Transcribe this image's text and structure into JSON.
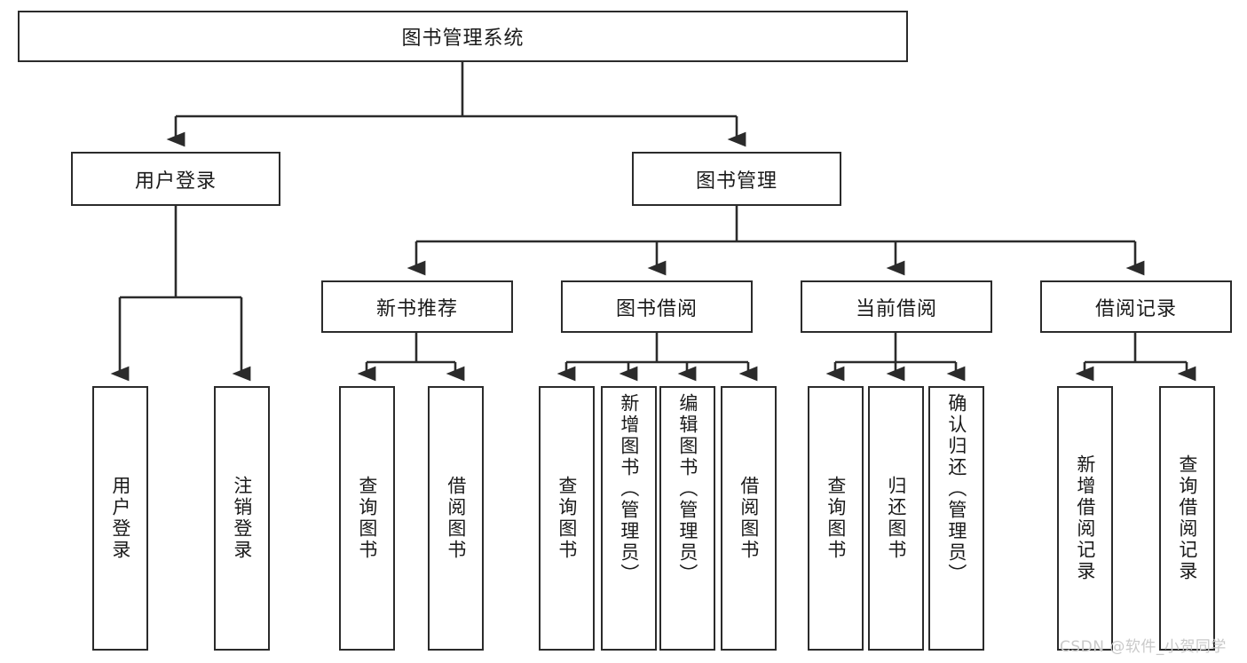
{
  "diagram": {
    "title": "图书管理系统",
    "watermark": "CSDN @软件_小贺同学",
    "line_color": "#2b2b2b",
    "box_fill": "#ffffff",
    "text_color": "#1a1a1a",
    "watermark_color": "#c9c9c9",
    "root": {
      "label": "图书管理系统"
    },
    "level2": [
      {
        "label": "用户登录"
      },
      {
        "label": "图书管理"
      }
    ],
    "level3": [
      {
        "label": "新书推荐"
      },
      {
        "label": "图书借阅"
      },
      {
        "label": "当前借阅"
      },
      {
        "label": "借阅记录"
      }
    ],
    "leaves": {
      "user_login": [
        {
          "label": "用户登录"
        },
        {
          "label": "注销登录"
        }
      ],
      "new_book_recommend": [
        {
          "label": "查询图书"
        },
        {
          "label": "借阅图书"
        }
      ],
      "book_borrow": [
        {
          "label": "查询图书"
        },
        {
          "label": "新增图书（管理员）"
        },
        {
          "label": "编辑图书（管理员）"
        },
        {
          "label": "借阅图书"
        }
      ],
      "current_borrow": [
        {
          "label": "查询图书"
        },
        {
          "label": "归还图书"
        },
        {
          "label": "确认归还（管理员）"
        }
      ],
      "borrow_record": [
        {
          "label": "新增借阅记录"
        },
        {
          "label": "查询借阅记录"
        }
      ]
    }
  }
}
